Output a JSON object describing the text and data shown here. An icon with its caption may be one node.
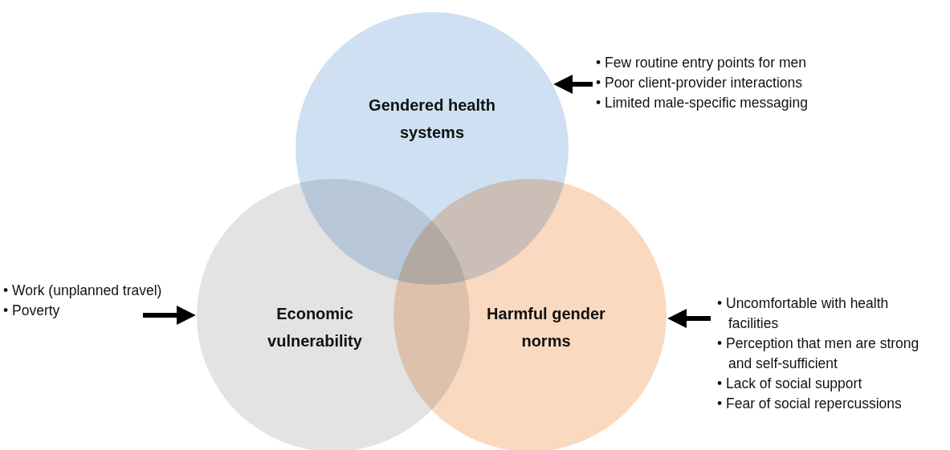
{
  "diagram": {
    "nodes": [
      {
        "text": [
          "Gendered health systems"
        ]
      },
      {
        "text": [
          "Economic vulnerability"
        ]
      },
      {
        "text": [
          "Harmful gender norms"
        ]
      },
      {
        "text": [
          "• Few routine entry points for men",
          "• Poor client-provider interactions",
          "• Limited male-specific messaging"
        ]
      },
      {
        "text": [
          "• Work (unplanned travel)",
          "• Poverty"
        ]
      },
      {
        "text": [
          "• Uncomfortable with health facilities",
          "• Perception that men are strong and self-sufficient",
          "• Lack of social support",
          "• Fear of social repercussions"
        ]
      }
    ],
    "edges": [
      {
        "from": 3,
        "to": 0,
        "arrow": "to"
      },
      {
        "from": 4,
        "to": 1,
        "arrow": "to"
      },
      {
        "from": 5,
        "to": 2,
        "arrow": "to"
      }
    ]
  }
}
